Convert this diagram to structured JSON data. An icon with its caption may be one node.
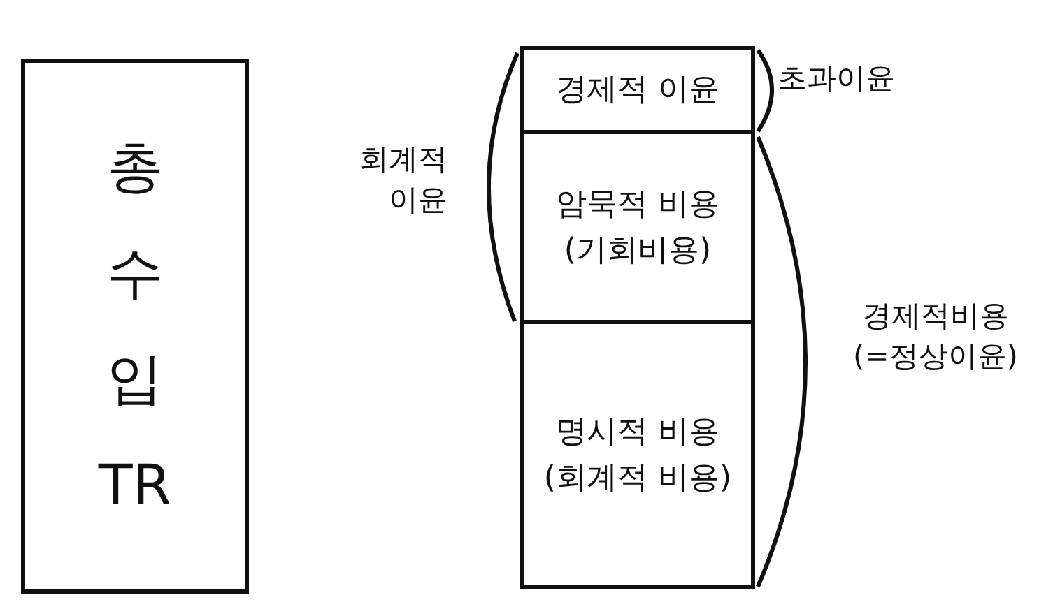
{
  "diagram": {
    "nodes": [
      {
        "text": [
          "총 수 입 TR"
        ]
      },
      {
        "text": [
          "경제적 이윤"
        ]
      },
      {
        "text": [
          "암묵적 비용 (기회비용)"
        ]
      },
      {
        "text": [
          "명시적 비용 (회계적 비용)"
        ]
      }
    ],
    "labels": [
      "초과이윤",
      "회계적 이윤",
      "경제적비용 (=정상이윤)"
    ]
  }
}
